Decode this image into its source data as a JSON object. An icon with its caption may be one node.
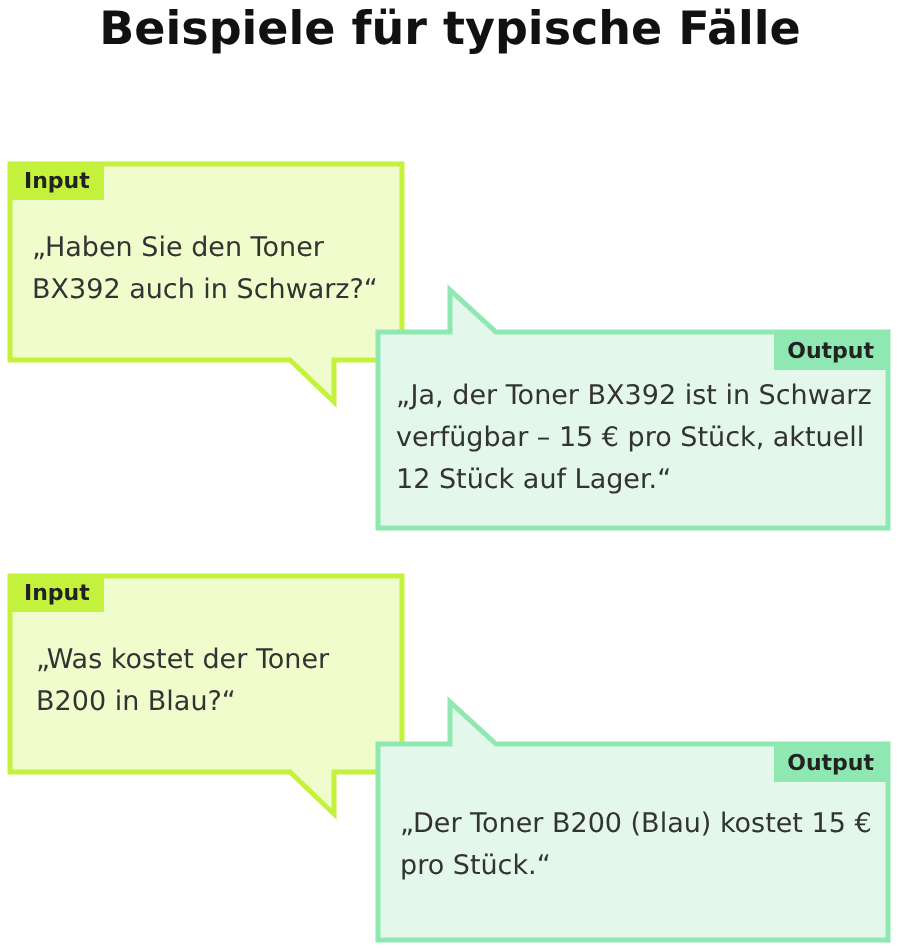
{
  "diagram": {
    "title": "Beispiele für typische Fälle",
    "nodes": [
      {
        "text": [
          "Input",
          "„Haben Sie den Toner BX392 auch in Schwarz?“"
        ]
      },
      {
        "text": [
          "Output",
          "„Ja, der Toner BX392 ist in Schwarz verfügbar – 15 € pro Stück, aktuell 12 Stück auf Lager.“"
        ]
      },
      {
        "text": [
          "Input",
          "„Was kostet der Toner B200 in Blau?“"
        ]
      },
      {
        "text": [
          "Output",
          "„Der Toner B200 (Blau) kostet 15 € pro Stück.“"
        ]
      }
    ]
  }
}
